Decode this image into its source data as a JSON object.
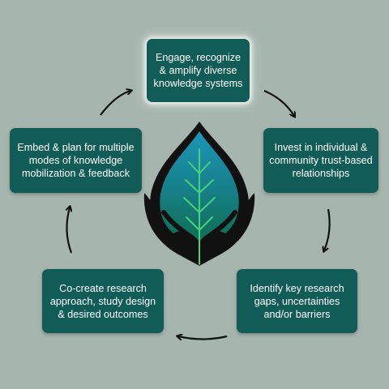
{
  "diagram": {
    "steps": [
      {
        "id": "engage",
        "text": "Engage, recognize & amplify diverse knowledge systems"
      },
      {
        "id": "invest",
        "text": "Invest in individual & community trust-based relationships"
      },
      {
        "id": "identify",
        "text": "Identify key research gaps, uncertainties and/or barriers"
      },
      {
        "id": "co-create",
        "text": "Co-create research approach, study design & desired outcomes"
      },
      {
        "id": "embed",
        "text": "Embed & plan for multiple modes of knowledge mobilization & feedback"
      }
    ],
    "center_icon": "leaf-in-hands-icon",
    "colors": {
      "background": "#a6b5ae",
      "box_fill": "#115c56",
      "box_text": "#ffffff",
      "arrow": "#111111",
      "leaf_top": "#1c95b8",
      "leaf_bottom": "#0f6e53",
      "vein": "#49d07e"
    }
  }
}
